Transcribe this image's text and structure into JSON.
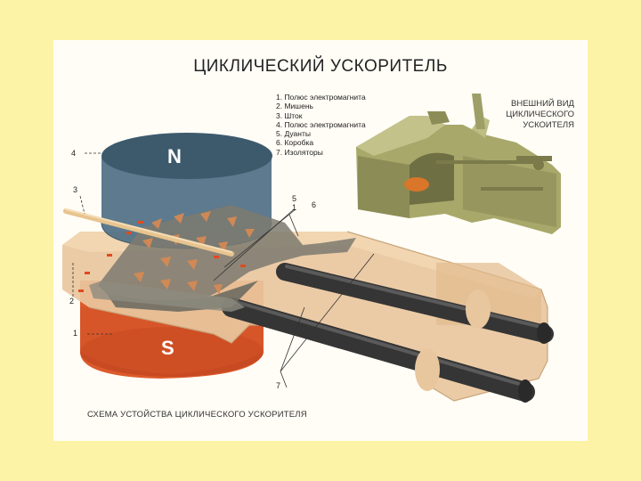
{
  "title": "ЦИКЛИЧЕСКИЙ УСКОРИТЕЛЬ",
  "legend": [
    "1. Полюс электромагнита",
    "2. Мишень",
    "3. Шток",
    "4. Полюс электромагнита",
    "5. Дуанты",
    "6. Коробка",
    "7. Изоляторы"
  ],
  "external_view_title": [
    "ВНЕШНИЙ ВИД",
    "ЦИКЛИЧЕСКОГО",
    "УСКОИТЕЛЯ"
  ],
  "caption": "СХЕМА УСТОЙСТВА ЦИКЛИЧЕСКОГО УСКОРИТЕЛЯ",
  "pole_labels": {
    "north": "N",
    "south": "S"
  },
  "callouts": {
    "c1": "1",
    "c2": "2",
    "c3": "3",
    "c4": "4",
    "c5": "5",
    "c5b": "1",
    "c6": "6",
    "c7": "7"
  },
  "colors": {
    "background": "#fdf3a6",
    "poster": "#fffdf6",
    "north_pole": "#4f6f84",
    "south_pole": "#dd5a2c",
    "box": "#e9c79e",
    "dee": "#7c7a70",
    "machine": "#a8a86a",
    "rod": "#353535"
  }
}
